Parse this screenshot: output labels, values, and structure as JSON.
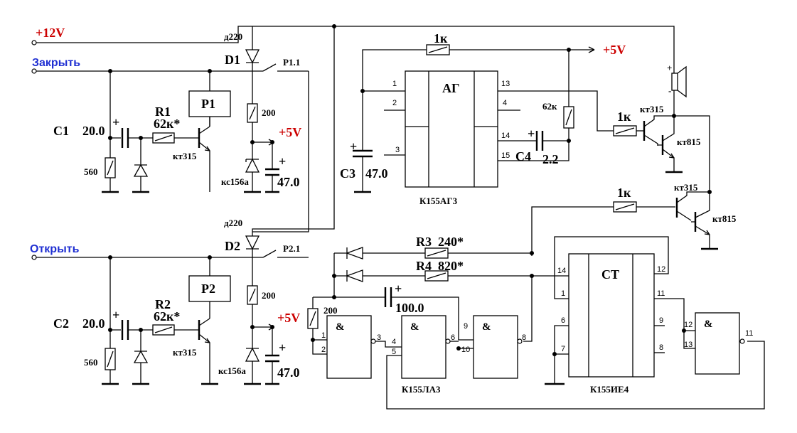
{
  "power": {
    "v12": "+12V",
    "v5_top": "+5V",
    "v5_r1": "+5V",
    "v5_r2": "+5V"
  },
  "inputs": {
    "close": "Закрыть",
    "open": "Открыть"
  },
  "top_channel": {
    "diode": "D1",
    "diode_type": "д220",
    "contact": "P1.1",
    "relay": "P1",
    "r_load": "200",
    "zener": "кс156а",
    "cap_out": "47.0",
    "cap": "C1",
    "cap_value": "20.0",
    "resistor": "R1",
    "resistor_value": "62к*",
    "transistor": "кт315",
    "r_base": "560"
  },
  "bottom_channel": {
    "diode": "D2",
    "diode_type": "д220",
    "contact": "P2.1",
    "relay": "P2",
    "r_load": "200",
    "zener": "кс156а",
    "cap_out": "47.0",
    "cap": "C2",
    "cap_value": "20.0",
    "resistor": "R2",
    "resistor_value": "62к*",
    "transistor": "кт315",
    "r_base": "560"
  },
  "generator": {
    "title": "АГ",
    "chip": "К155АГ3",
    "pins": {
      "p1": "1",
      "p2": "2",
      "p3": "3",
      "p13": "13",
      "p4": "4",
      "p14": "14",
      "p15": "15"
    },
    "r_top": "1к",
    "r_right": "62к",
    "c3": "C3",
    "c3_value": "47.0",
    "c4": "C4",
    "c4_value": "2.2"
  },
  "output_stage": {
    "r_upper": "1к",
    "t_upper_a": "кт315",
    "t_upper_b": "кт815",
    "r_lower": "1к",
    "t_lower_a": "кт315",
    "t_lower_b": "кт815"
  },
  "logic": {
    "r3": "R3",
    "r3_value": "240*",
    "r4": "R4",
    "r4_value": "820*",
    "r_200": "200",
    "cap": "100.0",
    "nand": "&",
    "chip": "К155ЛА3",
    "pins": {
      "g1a": "1",
      "g1b": "2",
      "g1o": "3",
      "g2a": "4",
      "g2b": "5",
      "g2o": "6",
      "g3a": "9",
      "g3b": "10",
      "g3o": "8"
    }
  },
  "counter": {
    "title": "СТ",
    "chip": "К155ИЕ4",
    "pins": {
      "p14": "14",
      "p1": "1",
      "p6": "6",
      "p7": "7",
      "p12": "12",
      "p11": "11",
      "p9": "9",
      "p8": "8"
    }
  },
  "final_gate": {
    "symbol": "&",
    "pins": {
      "a": "12",
      "b": "13",
      "o": "11"
    }
  }
}
